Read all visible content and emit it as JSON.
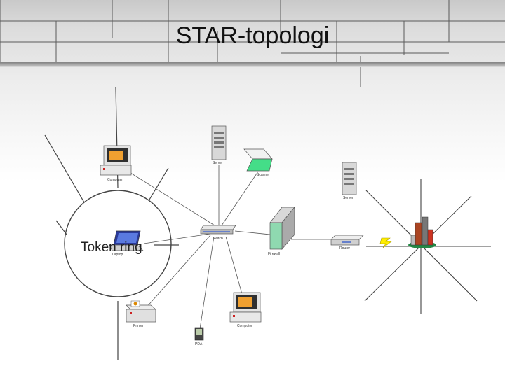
{
  "slide": {
    "title": "STAR-topologi",
    "ring_label": "Token ring"
  },
  "captions": {
    "computer_top": "Computer",
    "server_top": "Server",
    "scanner": "Scanner",
    "server_right": "Server",
    "switch": "Switch",
    "firewall": "Firewall",
    "router": "Router",
    "laptop": "Laptop",
    "printer": "Printer",
    "pda": "PDA",
    "computer_bottom": "Computer"
  },
  "colors": {
    "screen": "#f0a030",
    "scanner_glass": "#44dd88",
    "firewall": "#8fd9b0",
    "lightning": "#ffee00"
  }
}
